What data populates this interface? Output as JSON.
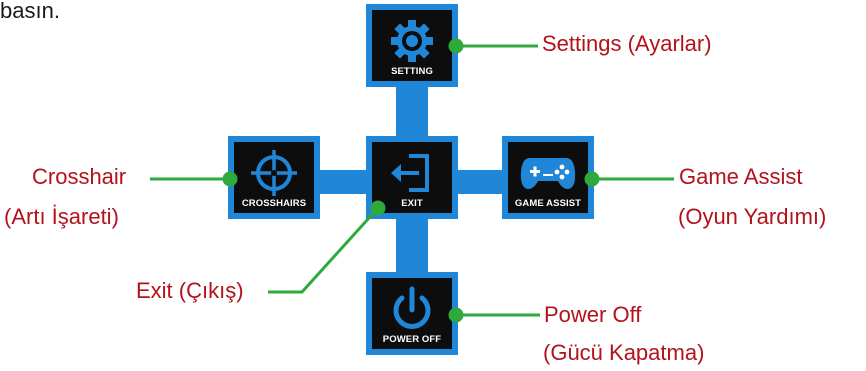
{
  "intro_fragment": "basın.",
  "tiles": {
    "setting": {
      "caption": "SETTING",
      "icon": "gear-icon"
    },
    "crosshairs": {
      "caption": "CROSSHAIRS",
      "icon": "crosshair-icon"
    },
    "exit": {
      "caption": "EXIT",
      "icon": "exit-icon"
    },
    "game_assist": {
      "caption": "GAME ASSIST",
      "icon": "gamepad-icon"
    },
    "power_off": {
      "caption": "POWER OFF",
      "icon": "power-icon"
    }
  },
  "callouts": {
    "settings": "Settings (Ayarlar)",
    "crosshair_1": "Crosshair",
    "crosshair_2": "(Artı İşareti)",
    "game_assist_1": "Game Assist",
    "game_assist_2": "(Oyun Yardımı)",
    "exit": "Exit (Çıkış)",
    "power_off_1": "Power Off",
    "power_off_2": "(Gücü Kapatma)"
  },
  "colors": {
    "tile_border": "#1f86d8",
    "tile_fill": "#0d0d0d",
    "icon": "#1f86d8",
    "leader_line": "#2eaa3c",
    "label_text": "#b3121b"
  }
}
